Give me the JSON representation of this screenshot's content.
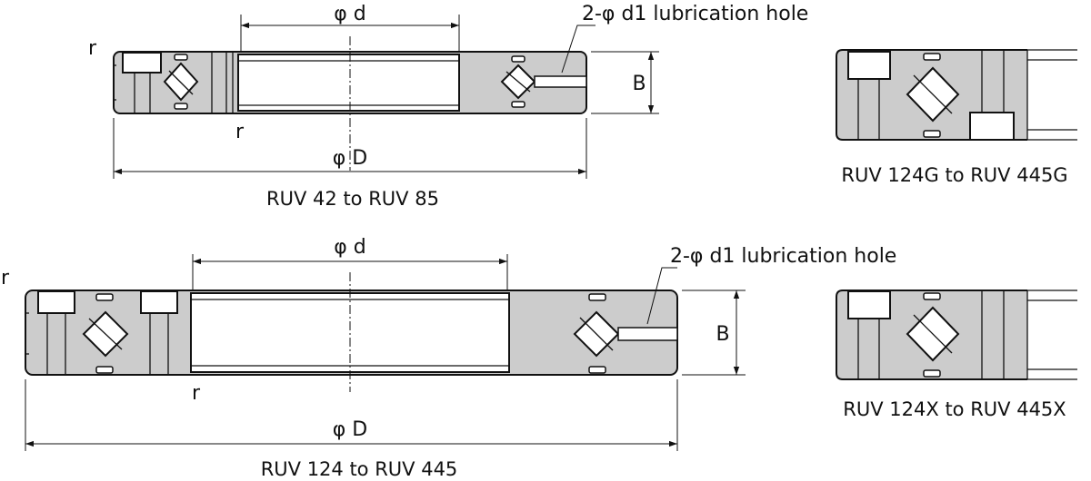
{
  "labels": {
    "phi_d": "φ d",
    "phi_D": "φ D",
    "B": "B",
    "r": "r",
    "lubrication_hole": "2-φ d1 lubrication hole"
  },
  "captions": {
    "top_left": "RUV 42 to RUV 85",
    "top_right": "RUV 124G to RUV 445G",
    "bottom_left": "RUV 124 to RUV 445",
    "bottom_right": "RUV 124X to RUV 445X"
  }
}
